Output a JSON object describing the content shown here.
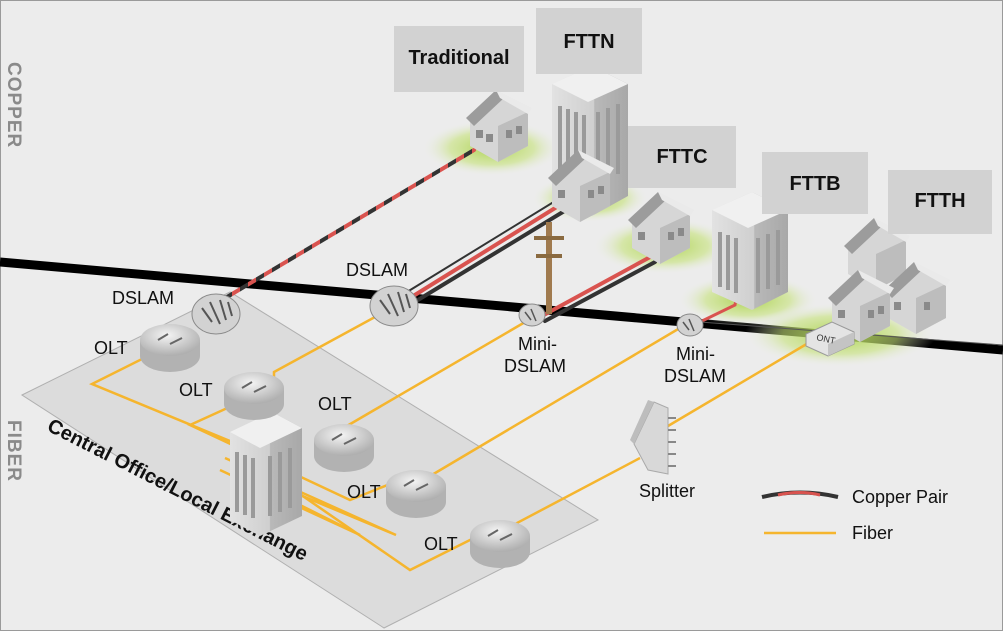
{
  "regions": {
    "top": "COPPER",
    "bottom": "FIBER"
  },
  "central_office": "Central Office/Local Exchange",
  "deployments": {
    "traditional": "Traditional",
    "fttn": "FTTN",
    "fttc": "FTTC",
    "fttb": "FTTB",
    "ftth": "FTTH"
  },
  "equipment": {
    "dslam_1": "DSLAM",
    "dslam_2": "DSLAM",
    "mini_dslam_1": [
      "Mini-",
      "DSLAM"
    ],
    "mini_dslam_2": [
      "Mini-",
      "DSLAM"
    ],
    "olt_1": "OLT",
    "olt_2": "OLT",
    "olt_3": "OLT",
    "olt_4": "OLT",
    "olt_5": "OLT",
    "splitter": "Splitter",
    "ont": "ONT"
  },
  "legend": {
    "copper": "Copper Pair",
    "fiber": "Fiber"
  },
  "colors": {
    "fiber": "#f5b52e",
    "copper_dark": "#333333",
    "copper_red": "#d9534f",
    "ground_glow": "#b8dc5a",
    "label_box": "#d2d2d2"
  },
  "icons": [
    "house-icon",
    "building-icon",
    "dslam-icon",
    "olt-router-icon",
    "utility-pole-icon",
    "splitter-icon",
    "ont-icon"
  ]
}
